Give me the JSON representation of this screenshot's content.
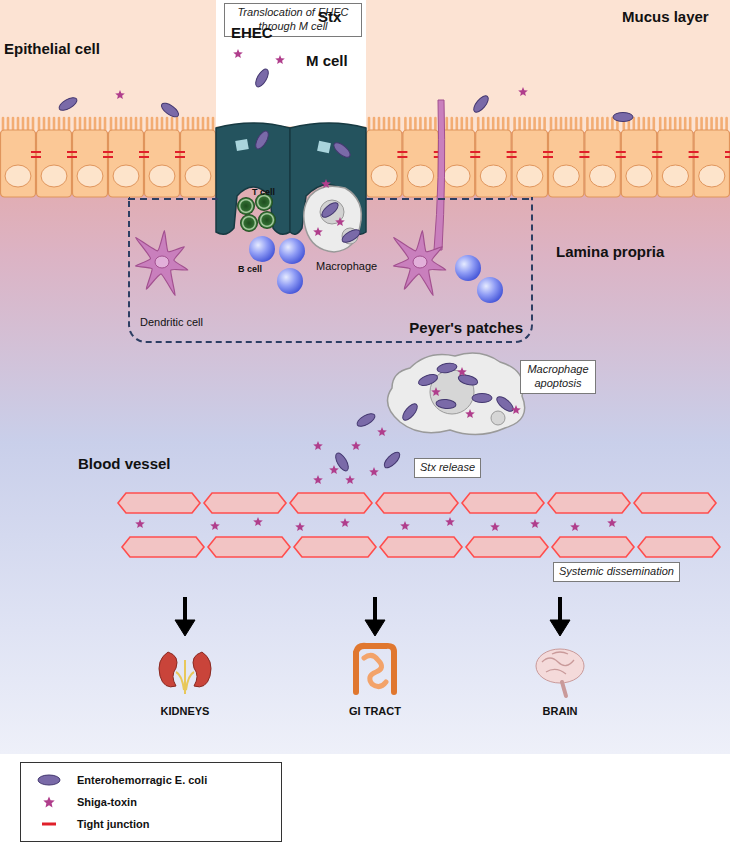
{
  "diagram": {
    "nodes": [
      {
        "text": [
          "Translocation of EHEC through M cell"
        ]
      },
      {
        "text": [
          "Peyer's patches"
        ]
      },
      {
        "text": [
          "Macrophage apoptosis"
        ]
      },
      {
        "text": [
          "Stx release"
        ]
      },
      {
        "text": [
          "Systemic dissemination"
        ]
      }
    ],
    "edges": [
      {
        "from": 1,
        "to": 2,
        "arrow": "none"
      }
    ],
    "labels": [
      "Mucus layer",
      "Epithelial cell",
      "EHEC",
      "Stx",
      "M cell",
      "T cell",
      "B cell",
      "Macrophage",
      "Dendritic cell",
      "Lamina propria",
      "Blood vessel",
      "KIDNEYS",
      "GI TRACT",
      "BRAIN"
    ],
    "legend": [
      {
        "text": "Enterohemorragic E. coli"
      },
      {
        "text": "Shiga-toxin"
      },
      {
        "text": "Tight junction"
      }
    ]
  }
}
